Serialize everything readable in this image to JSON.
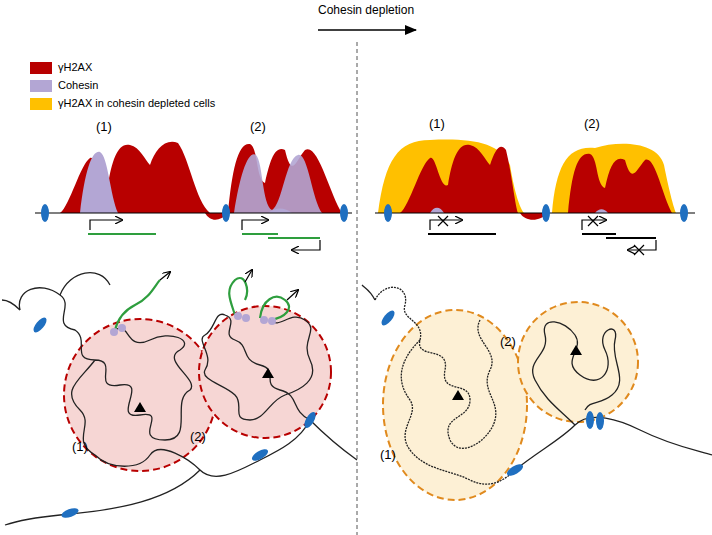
{
  "diagram": {
    "title": "Cohesin depletion",
    "labels": [
      "(1)",
      "(2)",
      "(1)",
      "(2)",
      "(1)",
      "(2)",
      "(1)",
      "(2)"
    ],
    "legend": [
      {
        "text": "γH2AX",
        "color": "#b80000"
      },
      {
        "text": "Cohesin",
        "color": "#b3a6d4"
      },
      {
        "text": "γH2AX  in cohesin depleted cells",
        "color": "#ffc000"
      }
    ]
  }
}
